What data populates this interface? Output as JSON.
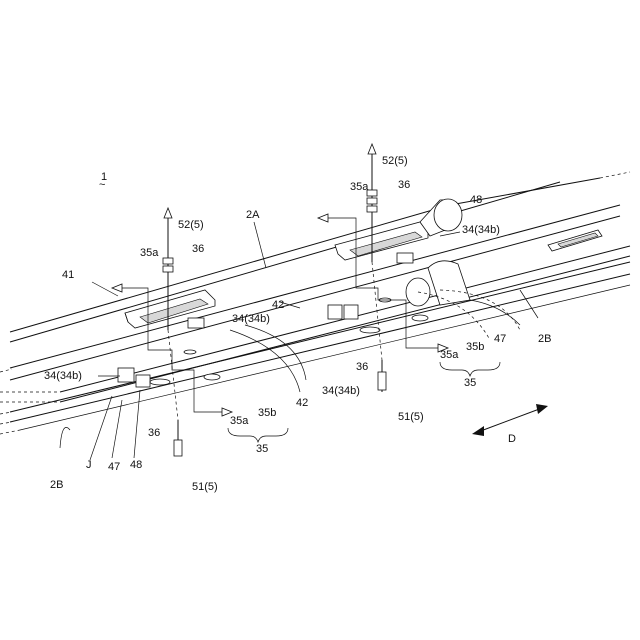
{
  "figure": {
    "assembly_ref": "1",
    "assembly_tilde": "~"
  },
  "labels": {
    "l_2a": "2A",
    "l_2b_left": "2B",
    "l_2b_right": "2B",
    "l_41": "41",
    "l_42_mid": "42",
    "l_42_low": "42",
    "l_48_top": "48",
    "l_48_low": "48",
    "l_47_left": "47",
    "l_47_right": "47",
    "l_j": "J",
    "l_d": "D",
    "l_52_left": "52(5)",
    "l_52_right": "52(5)",
    "l_35a_left_top": "35a",
    "l_35a_right_top": "35a",
    "l_36_left_top": "36",
    "l_36_right_top": "36",
    "l_36_left_low": "36",
    "l_36_right_low": "36",
    "l_34_left_upper": "34(34b)",
    "l_34_left_lower": "34(34b)",
    "l_34_right_upper": "34(34b)",
    "l_34_right_lower": "34(34b)",
    "l_35a_left_low": "35a",
    "l_35b_left": "35b",
    "l_35_left": "35",
    "l_35a_right_low": "35a",
    "l_35b_right": "35b",
    "l_35_right": "35",
    "l_51_left": "51(5)",
    "l_51_right": "51(5)"
  }
}
